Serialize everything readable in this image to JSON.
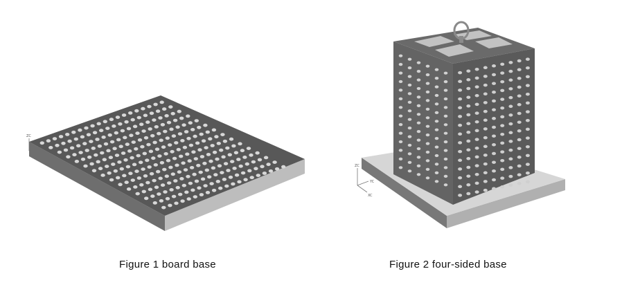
{
  "figures": [
    {
      "caption": "Figure 1 board base"
    },
    {
      "caption": "Figure 2 four-sided base"
    }
  ],
  "axis_triad": {
    "z": "ZC",
    "y": "YC",
    "x": "XC"
  }
}
